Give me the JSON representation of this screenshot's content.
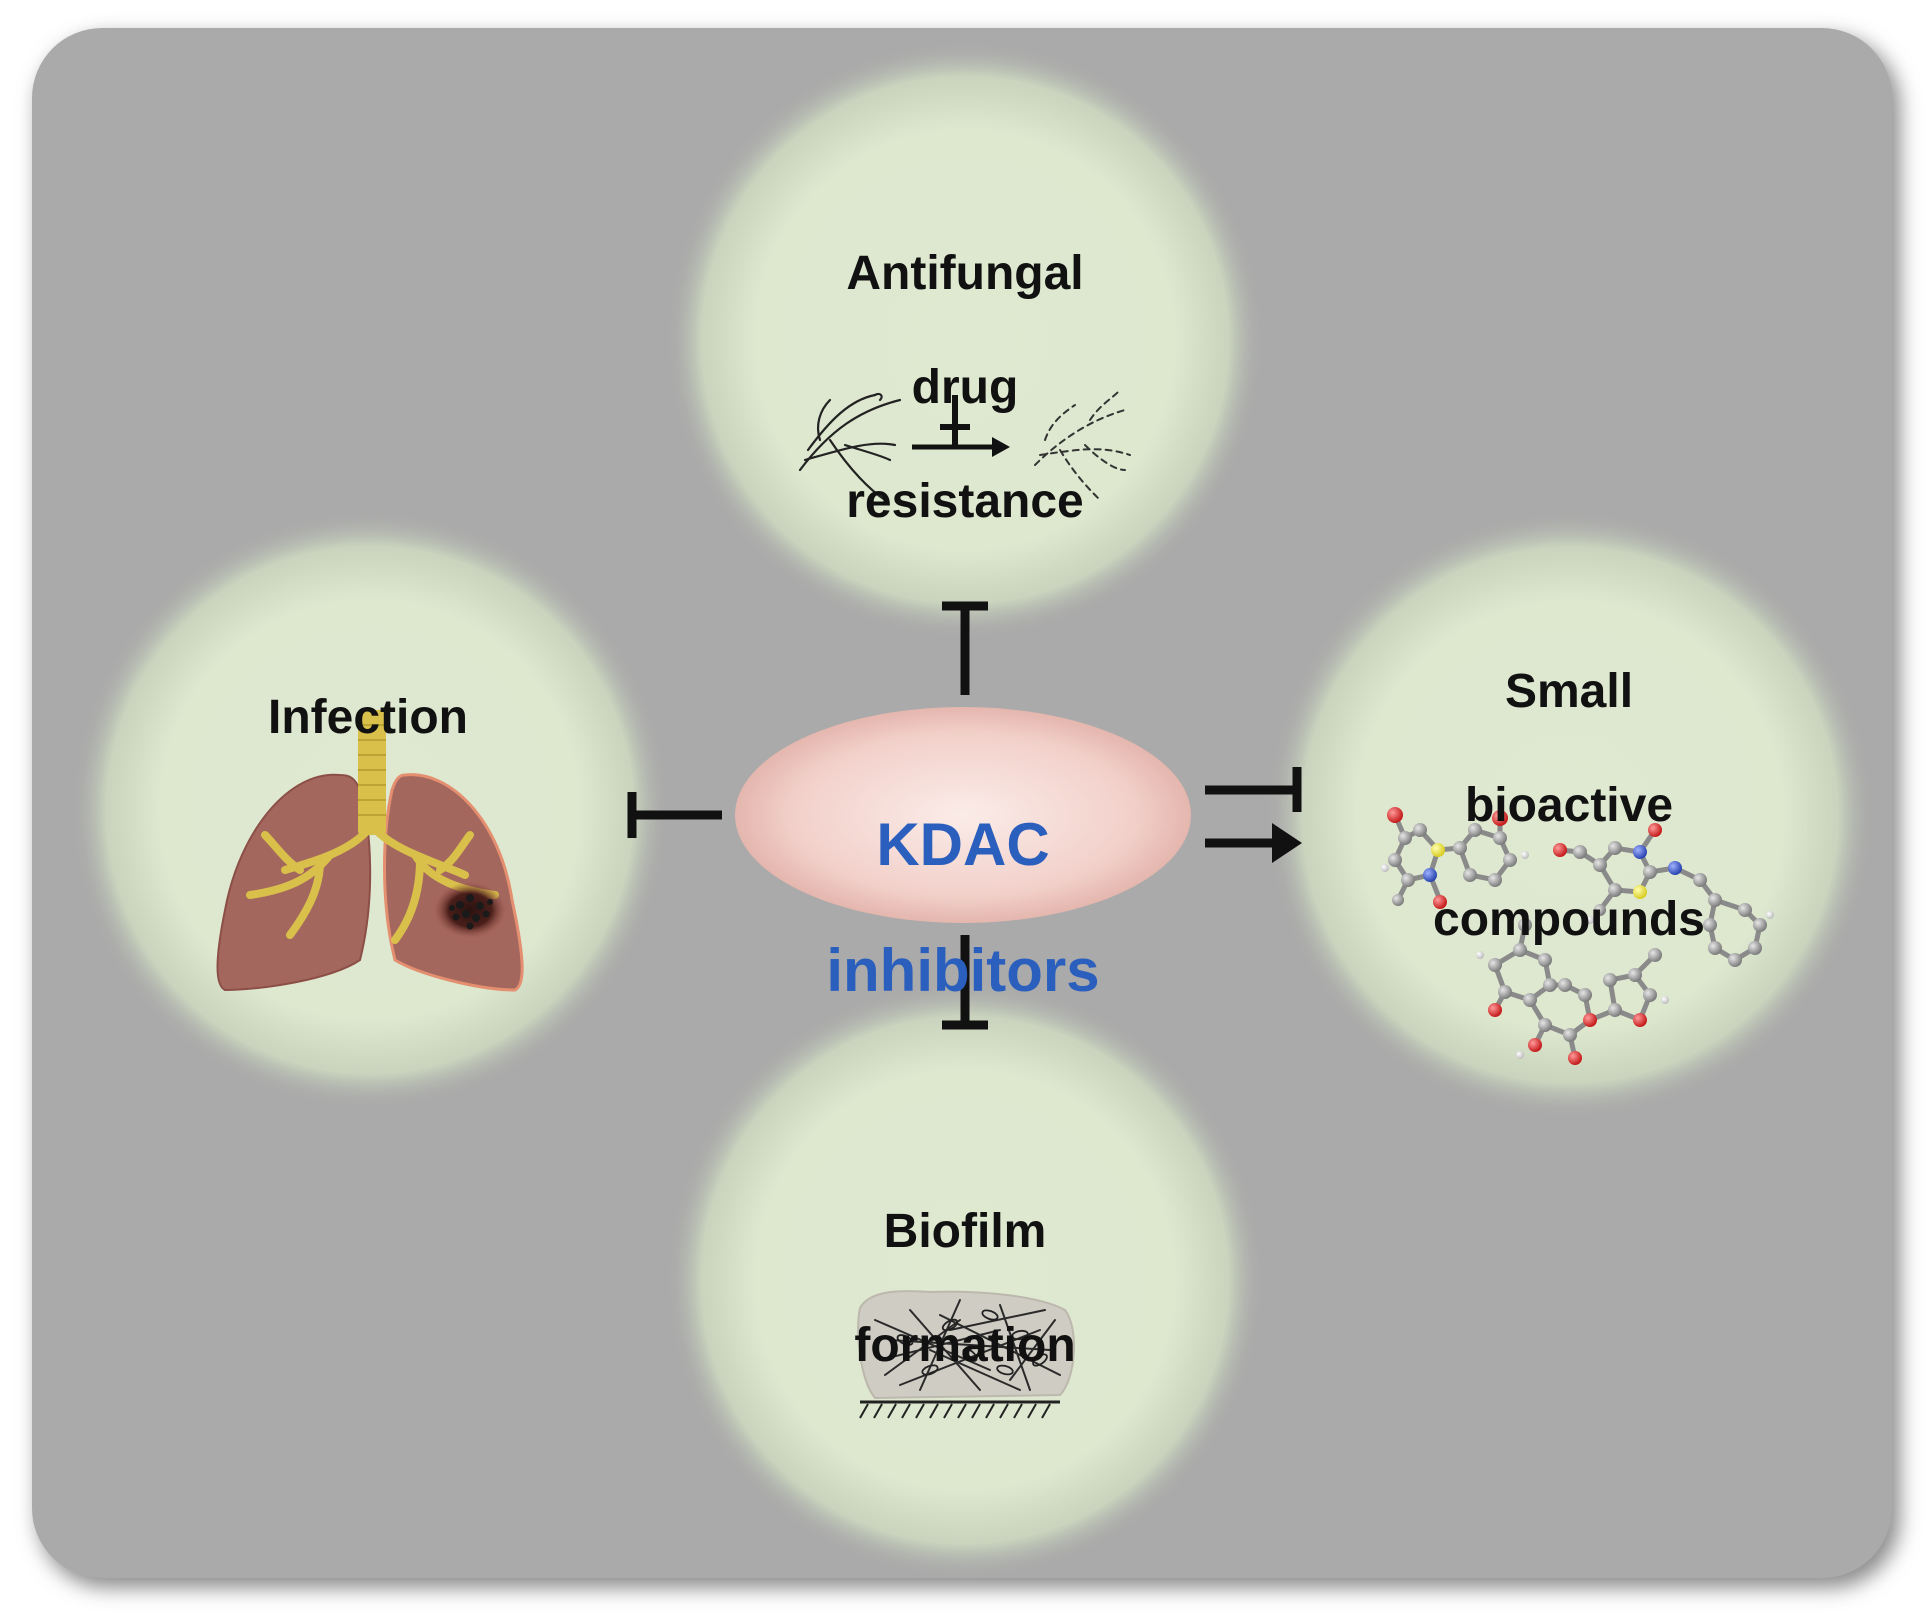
{
  "center": {
    "line1": "KDAC",
    "line2": "inhibitors",
    "text_color": "#2b5fbd",
    "fill": "#f3d2cd"
  },
  "nodes": {
    "top": {
      "lines": [
        "Antifungal",
        "drug",
        "resistance"
      ],
      "relation": "inhibits"
    },
    "left": {
      "lines": [
        "Infection"
      ],
      "relation": "inhibits"
    },
    "right": {
      "lines": [
        "Small",
        "bioactive",
        "compounds"
      ],
      "relation": "inhibits-and-activates"
    },
    "bottom": {
      "lines": [
        "Biofilm",
        "formation"
      ],
      "relation": "inhibits"
    }
  },
  "colors": {
    "panel": "#a9a9a9",
    "glow": "#dde8cf",
    "lung": "#a4675e",
    "airway": "#d9c04a",
    "oxygen_atom": "#d42a2a",
    "carbon_atom": "#9a9a9a",
    "nitrogen_atom": "#3a58c8",
    "sulfur_atom": "#e8e03a"
  }
}
